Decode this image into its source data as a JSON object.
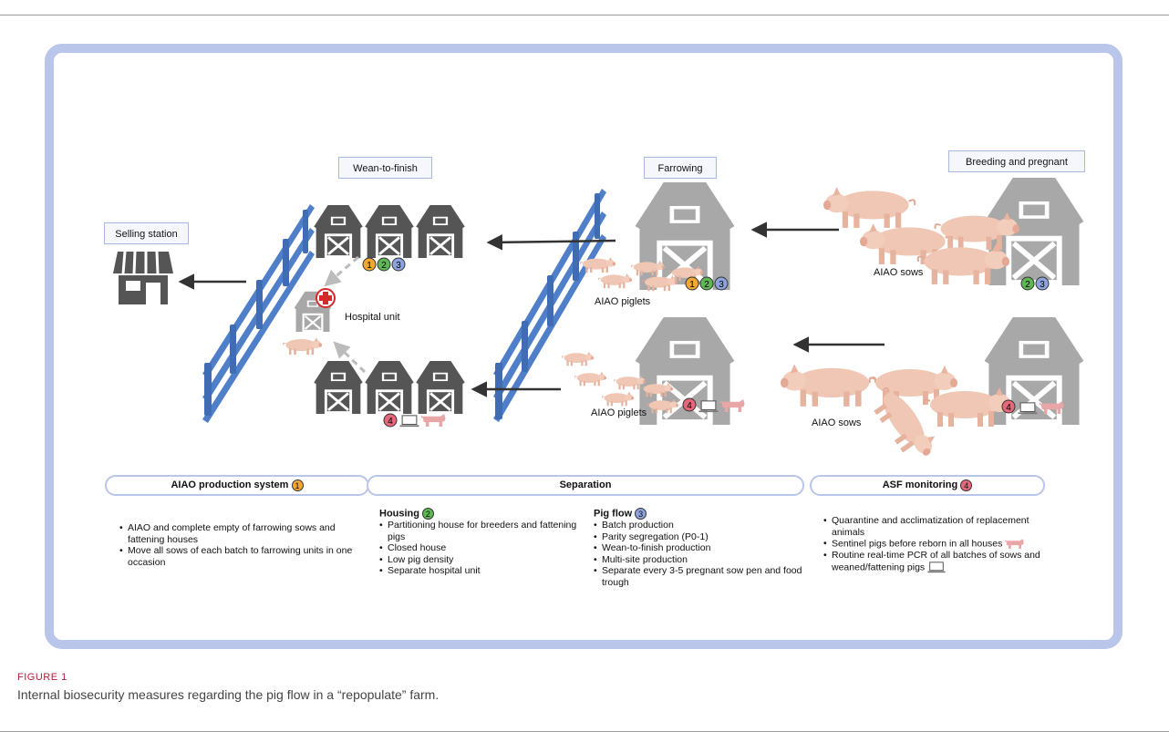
{
  "labels": {
    "wean_to_finish": "Wean-to-finish",
    "farrowing": "Farrowing",
    "breeding_pregnant": "Breeding and pregnant",
    "selling_station": "Selling station",
    "hospital_unit": "Hospital unit",
    "aiao_piglets": "AIAO piglets",
    "aiao_sows": "AIAO sows"
  },
  "badges": {
    "n1": "1",
    "n2": "2",
    "n3": "3",
    "n4": "4"
  },
  "bars": {
    "aiao_production_system": "AIAO production system",
    "separation": "Separation",
    "asf_monitoring": "ASF monitoring"
  },
  "aiao_items": [
    "AIAO and complete empty of farrowing sows and fattening houses",
    "Move all sows of each batch to farrowing units in one occasion"
  ],
  "housing": {
    "title": "Housing",
    "items": [
      "Partitioning house for breeders and  fattening pigs",
      "Closed house",
      "Low pig density",
      "Separate hospital unit"
    ]
  },
  "pig_flow": {
    "title": "Pig flow",
    "items": [
      "Batch production",
      "Parity segregation (P0-1)",
      "Wean-to-finish production",
      "Multi-site production",
      "Separate every 3-5 pregnant sow pen and food trough"
    ]
  },
  "asf_items": [
    "Quarantine and acclimatization of replacement animals",
    "Sentinel pigs before reborn in all houses",
    "Routine real-time PCR of all batches of sows and weaned/fattening pigs"
  ],
  "caption": {
    "label": "FIGURE 1",
    "text": "Internal biosecurity measures regarding the pig flow in a “repopulate” farm."
  },
  "colors": {
    "frame": "#b9c6ea",
    "barn_dark": "#555555",
    "barn_light": "#a8a8a8",
    "fence": "#4f7fc8",
    "arrow": "#333333",
    "pig": "#f0c7b4",
    "badge_1": "#f2a734",
    "badge_2": "#5fb655",
    "badge_3": "#8ea3dd",
    "badge_4": "#e7677a"
  },
  "icons": [
    "barn-icon",
    "fence-icon",
    "shop-icon",
    "pig-icon",
    "laptop-icon",
    "sentinel-pig-icon",
    "red-cross-icon"
  ]
}
